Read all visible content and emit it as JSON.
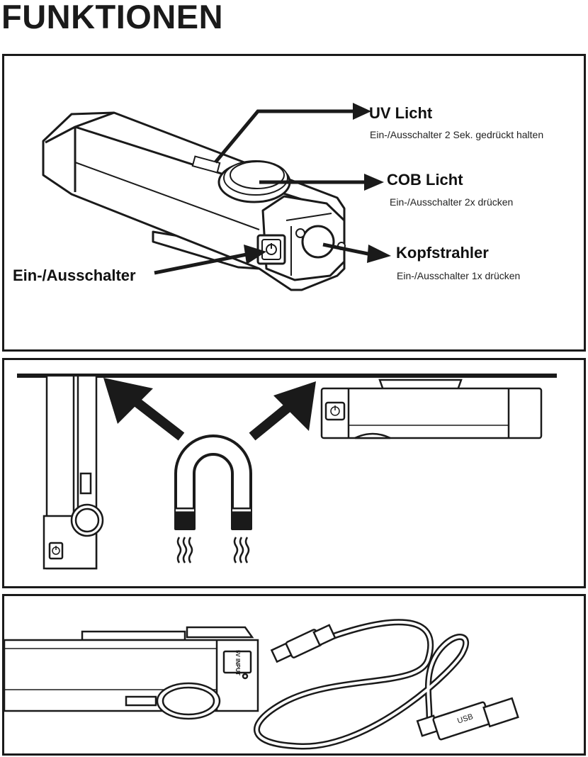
{
  "title": "FUNKTIONEN",
  "features": {
    "uv": {
      "label": "UV Licht",
      "desc": "Ein-/Ausschalter 2 Sek. gedrückt halten"
    },
    "cob": {
      "label": "COB Licht",
      "desc": "Ein-/Ausschalter 2x drücken"
    },
    "head": {
      "label": "Kopfstrahler",
      "desc": "Ein-/Ausschalter 1x drücken"
    },
    "switch": {
      "label": "Ein-/Ausschalter"
    }
  },
  "charging": {
    "port_text": "5V INPUT",
    "usb_text": "USB"
  },
  "icons": [
    "power-icon",
    "magnet-icon",
    "arrow-icon",
    "usb-cable-icon"
  ]
}
